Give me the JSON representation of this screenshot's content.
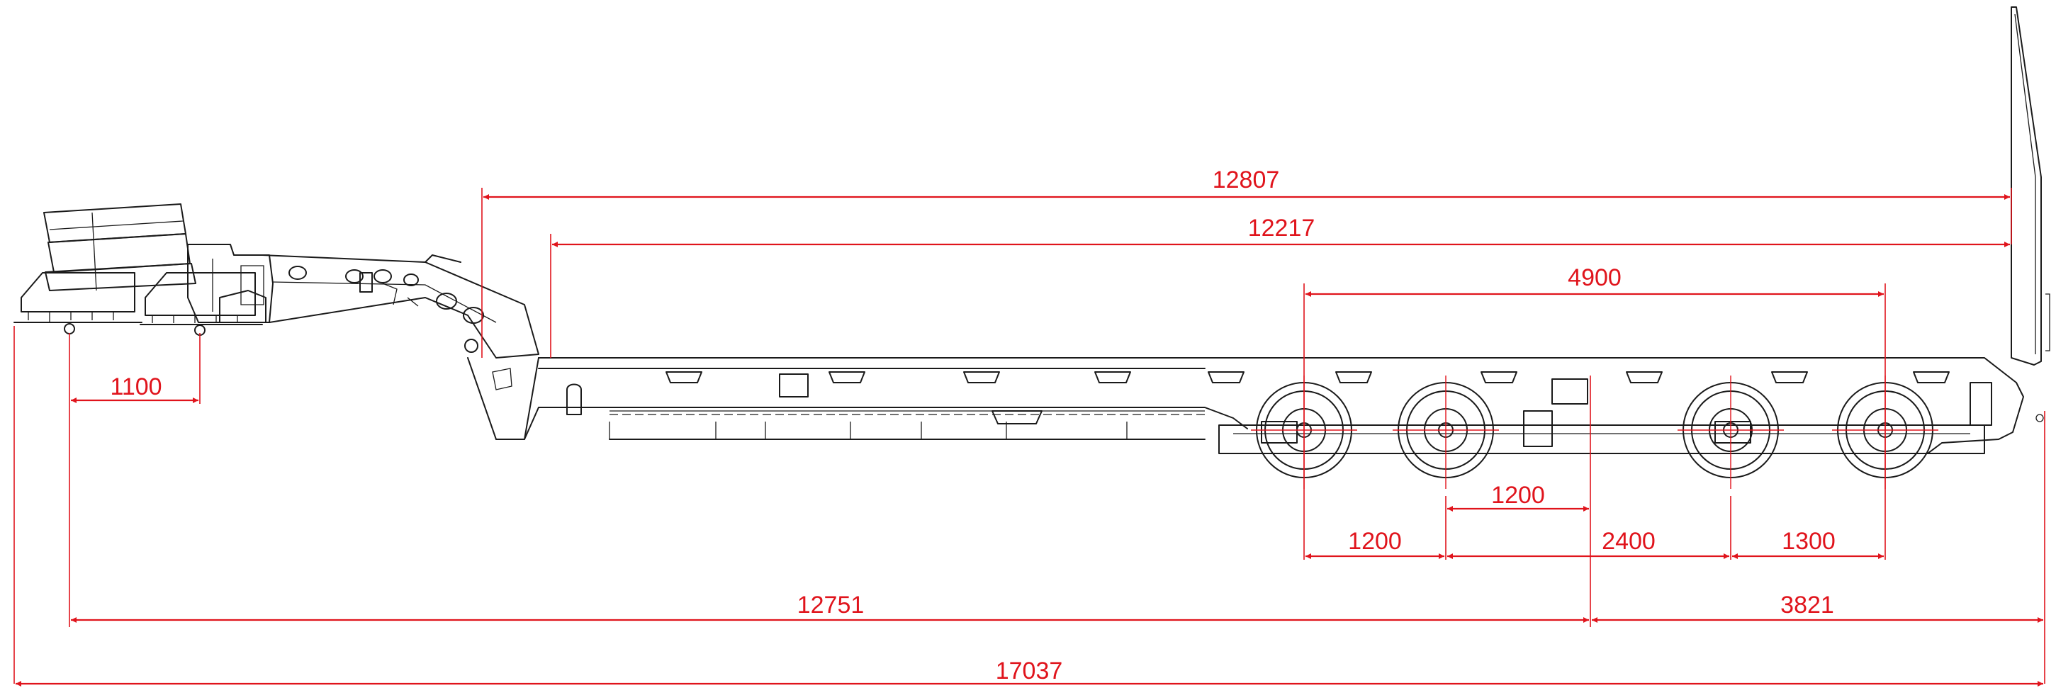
{
  "drawing": {
    "type": "lowbed semi-trailer side elevation",
    "line_color": "#1a1a1a",
    "dimension_color": "#e0141c",
    "background": "#ffffff"
  },
  "dimensions": {
    "d12807": "12807",
    "d12217": "12217",
    "d4900": "4900",
    "d1100": "1100",
    "d1200_upper": "1200",
    "d1200_lower": "1200",
    "d2400": "2400",
    "d1300": "1300",
    "d12751": "12751",
    "d3821": "3821",
    "d17037": "17037"
  }
}
